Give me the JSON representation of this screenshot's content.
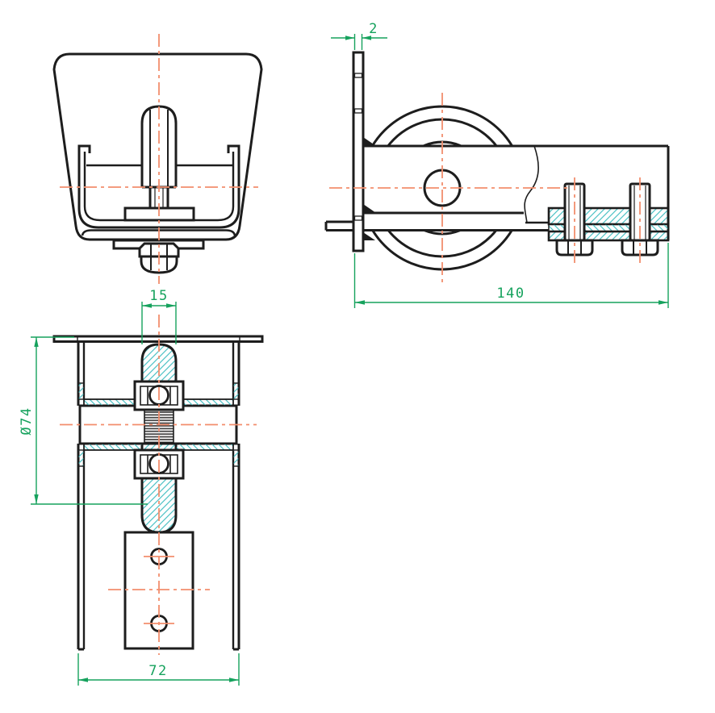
{
  "drawing": {
    "dimensions": {
      "plate_thickness": "2",
      "overall_length": "140",
      "axle_width": "15",
      "wheel_diameter": "Ø74",
      "bracket_width": "72"
    },
    "colors": {
      "outline": "#1d1d1d",
      "centerline": "#f28e6d",
      "dimension": "#16a25d",
      "hatch": "#4ec2c5",
      "thread": "#3d3d3d",
      "background": "#ffffff"
    }
  }
}
